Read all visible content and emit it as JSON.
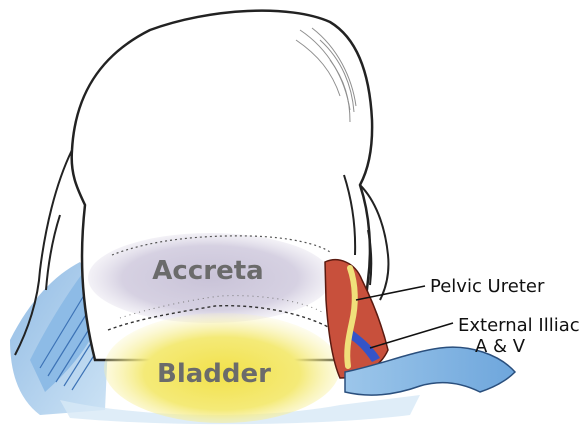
{
  "labels": {
    "accreta": "Accreta",
    "bladder": "Bladder",
    "pelvic_ureter": "Pelvic Ureter",
    "external_iliac_line1": "External Illiac",
    "external_iliac_line2": "A & V"
  },
  "colors": {
    "accreta_region": "#cfc9da",
    "bladder_region": "#f4ea78",
    "peritoneum_blue": "#9cc6ea",
    "uterus_outline": "#222222",
    "iliac_vessels": "#c8503c",
    "ureter": "#f0e07a",
    "vein_blue": "#3454c8"
  }
}
